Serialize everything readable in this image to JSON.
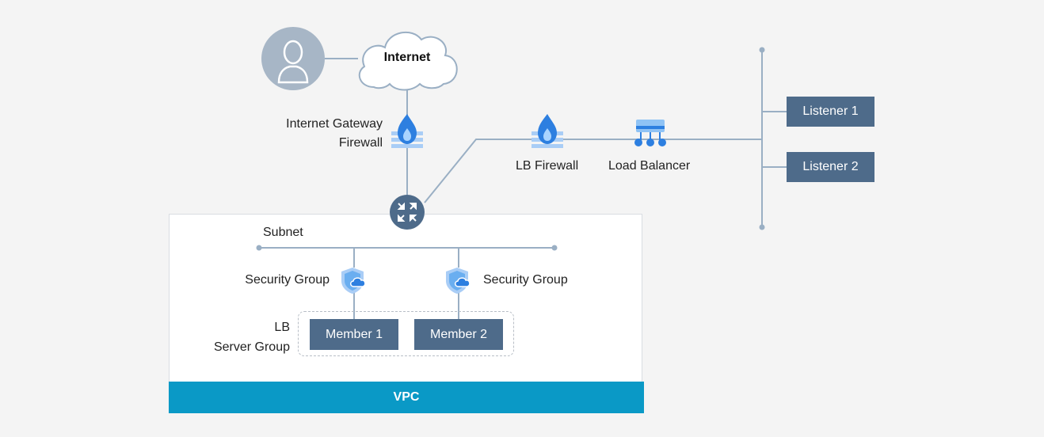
{
  "internet": {
    "label": "Internet"
  },
  "gateway_firewall": {
    "line1": "Internet Gateway",
    "line2": "Firewall"
  },
  "lb_firewall": {
    "label": "LB Firewall"
  },
  "load_balancer": {
    "label": "Load Balancer"
  },
  "listeners": [
    {
      "label": "Listener 1"
    },
    {
      "label": "Listener 2"
    }
  ],
  "subnet": {
    "label": "Subnet"
  },
  "security_groups": [
    {
      "label": "Security Group"
    },
    {
      "label": "Security Group"
    }
  ],
  "server_group": {
    "line1": "LB",
    "line2": "Server Group"
  },
  "members": [
    {
      "label": "Member 1"
    },
    {
      "label": "Member 2"
    }
  ],
  "vpc": {
    "label": "VPC"
  },
  "colors": {
    "line": "#9aafc4",
    "node_fill": "#4e6b8a",
    "vpc_bar": "#0a99c6",
    "accent_blue": "#2d7fe0",
    "router": "#4e6b8a"
  }
}
